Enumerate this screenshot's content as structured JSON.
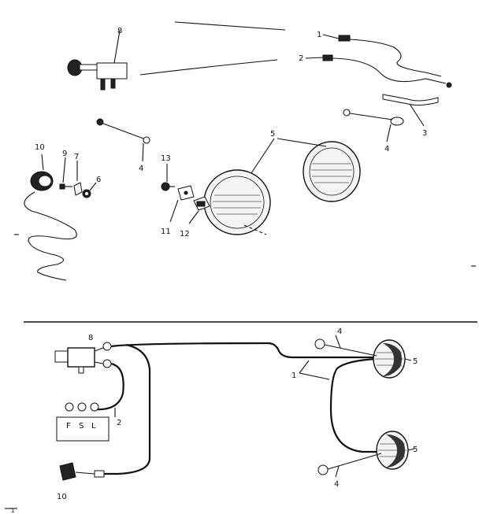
{
  "callouts": {
    "c1": "1",
    "c2": "2",
    "c3": "3",
    "c4a": "4",
    "c4b": "4",
    "c5": "5",
    "c6": "6",
    "c7": "7",
    "c8": "8",
    "c9": "9",
    "c10": "10",
    "c11": "11",
    "c12": "12",
    "c13": "13"
  },
  "schematic": {
    "c8": "8",
    "c4_top": "4",
    "c5_top": "5",
    "c1": "1",
    "c2": "2",
    "c5_bottom": "5",
    "c4_bottom": "4",
    "c10": "10",
    "switch_f": "F",
    "switch_s": "S",
    "switch_l": "L"
  },
  "footer_mark": "1"
}
